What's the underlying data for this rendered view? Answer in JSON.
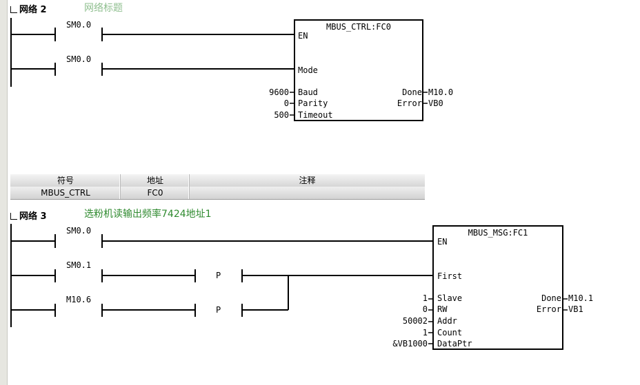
{
  "networks": [
    {
      "header": "网络 2",
      "title": "网络标题",
      "contacts": [
        "SM0.0",
        "SM0.0"
      ],
      "block": {
        "name": "MBUS_CTRL:FC0",
        "inputs": [
          "EN",
          "Mode",
          "Baud",
          "Parity",
          "Timeout"
        ],
        "outputs": [
          "Done",
          "Error"
        ],
        "input_values": [
          "9600",
          "0",
          "500"
        ],
        "output_values": [
          "M10.0",
          "VB0"
        ]
      }
    },
    {
      "header": "网络 3",
      "title": "选粉机读输出频率7424地址1",
      "contacts": [
        "SM0.0",
        "SM0.1",
        "M10.6"
      ],
      "edge_labels": [
        "P",
        "P"
      ],
      "block": {
        "name": "MBUS_MSG:FC1",
        "inputs": [
          "EN",
          "First",
          "Slave",
          "RW",
          "Addr",
          "Count",
          "DataPtr"
        ],
        "outputs": [
          "Done",
          "Error"
        ],
        "input_values": [
          "1",
          "0",
          "50002",
          "1",
          "&VB1000"
        ],
        "output_values": [
          "M10.1",
          "VB1"
        ]
      }
    }
  ],
  "symbol_table": {
    "headers": [
      "符号",
      "地址",
      "注释"
    ],
    "rows": [
      [
        "MBUS_CTRL",
        "FC0",
        ""
      ]
    ]
  }
}
